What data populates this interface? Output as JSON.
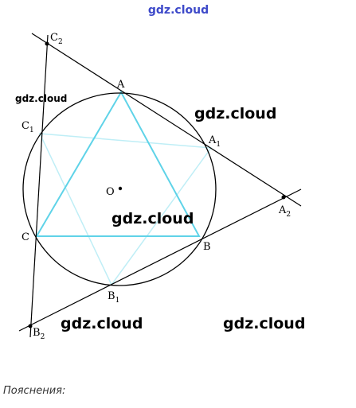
{
  "watermarks": {
    "top": "gdz.cloud",
    "left": "gdz.cloud",
    "right": "gdz.cloud",
    "center": "gdz.cloud",
    "bottom_left": "gdz.cloud",
    "bottom_right": "gdz.cloud"
  },
  "labels": {
    "A": {
      "main": "A",
      "sub": ""
    },
    "B": {
      "main": "B",
      "sub": ""
    },
    "C": {
      "main": "C",
      "sub": ""
    },
    "O": {
      "main": "O",
      "sub": ""
    },
    "A1": {
      "main": "A",
      "sub": "1"
    },
    "A2": {
      "main": "A",
      "sub": "2"
    },
    "B1": {
      "main": "B",
      "sub": "1"
    },
    "B2": {
      "main": "B",
      "sub": "2"
    },
    "C1": {
      "main": "C",
      "sub": "1"
    },
    "C2": {
      "main": "C",
      "sub": "2"
    }
  },
  "caption": "Пояснения:",
  "colors": {
    "lines": "#000000",
    "triangle": "#5fd3e8",
    "faint_triangle": "#bfeef6",
    "watermark_top": "#3d49c9"
  }
}
